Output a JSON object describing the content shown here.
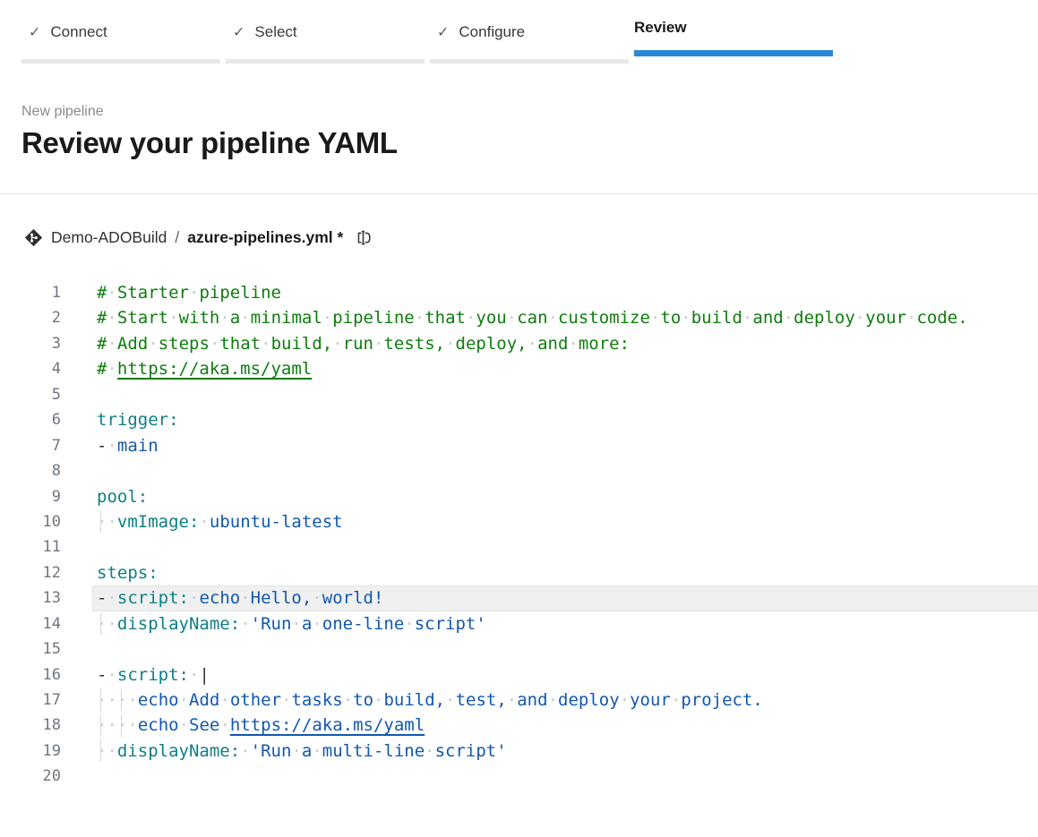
{
  "stepper": {
    "steps": [
      {
        "label": "Connect",
        "completed": true,
        "active": false
      },
      {
        "label": "Select",
        "completed": true,
        "active": false
      },
      {
        "label": "Configure",
        "completed": true,
        "active": false
      },
      {
        "label": "Review",
        "completed": false,
        "active": true
      }
    ],
    "check_glyph": "✓",
    "active_bar_color": "#2b86d8",
    "completed_bar_color": "#e8e8e8"
  },
  "header": {
    "eyebrow": "New pipeline",
    "title": "Review your pipeline YAML"
  },
  "breadcrumb": {
    "repo_icon": "azure-repos-icon",
    "repo": "Demo-ADOBuild",
    "separator": "/",
    "file": "azure-pipelines.yml *",
    "copy_icon": "copy-icon"
  },
  "editor": {
    "language": "yaml",
    "colors": {
      "comment": "#0e7d0e",
      "key": "#0d7f85",
      "value": "#1158af",
      "line_number": "#6e7681",
      "highlight_row": "#f0f0f0"
    },
    "lines": [
      {
        "n": 1,
        "tokens": [
          [
            "c",
            "# Starter pipeline"
          ]
        ]
      },
      {
        "n": 2,
        "tokens": [
          [
            "c",
            "# Start with a minimal pipeline that you can customize to build and deploy your code."
          ]
        ]
      },
      {
        "n": 3,
        "tokens": [
          [
            "c",
            "# Add steps that build, run tests, deploy, and more:"
          ]
        ]
      },
      {
        "n": 4,
        "tokens": [
          [
            "c",
            "# "
          ],
          [
            "lg",
            "https://aka.ms/yaml"
          ]
        ]
      },
      {
        "n": 5,
        "tokens": []
      },
      {
        "n": 6,
        "tokens": [
          [
            "k",
            "trigger:"
          ]
        ]
      },
      {
        "n": 7,
        "tokens": [
          [
            "p",
            "- "
          ],
          [
            "v",
            "main"
          ]
        ]
      },
      {
        "n": 8,
        "tokens": []
      },
      {
        "n": 9,
        "tokens": [
          [
            "k",
            "pool:"
          ]
        ]
      },
      {
        "n": 10,
        "tokens": [
          [
            "p",
            "  "
          ],
          [
            "k",
            "vmImage:"
          ],
          [
            "p",
            " "
          ],
          [
            "v",
            "ubuntu-latest"
          ]
        ],
        "guides": [
          0
        ]
      },
      {
        "n": 11,
        "tokens": []
      },
      {
        "n": 12,
        "tokens": [
          [
            "k",
            "steps:"
          ]
        ]
      },
      {
        "n": 13,
        "tokens": [
          [
            "p",
            "- "
          ],
          [
            "k",
            "script:"
          ],
          [
            "p",
            " "
          ],
          [
            "v",
            "echo Hello, world!"
          ]
        ],
        "hl": true
      },
      {
        "n": 14,
        "tokens": [
          [
            "p",
            "  "
          ],
          [
            "k",
            "displayName:"
          ],
          [
            "p",
            " "
          ],
          [
            "v",
            "'Run a one-line script'"
          ]
        ],
        "guides": [
          0
        ]
      },
      {
        "n": 15,
        "tokens": []
      },
      {
        "n": 16,
        "tokens": [
          [
            "p",
            "- "
          ],
          [
            "k",
            "script:"
          ],
          [
            "p",
            " "
          ],
          [
            "p",
            "|"
          ]
        ]
      },
      {
        "n": 17,
        "tokens": [
          [
            "p",
            "    "
          ],
          [
            "v",
            "echo Add other tasks to build, test, and deploy your project."
          ]
        ],
        "guides": [
          0,
          2
        ]
      },
      {
        "n": 18,
        "tokens": [
          [
            "p",
            "    "
          ],
          [
            "v",
            "echo See "
          ],
          [
            "lb",
            "https://aka.ms/yaml"
          ]
        ],
        "guides": [
          0,
          2
        ]
      },
      {
        "n": 19,
        "tokens": [
          [
            "p",
            "  "
          ],
          [
            "k",
            "displayName:"
          ],
          [
            "p",
            " "
          ],
          [
            "v",
            "'Run a multi-line script'"
          ]
        ],
        "guides": [
          0
        ]
      },
      {
        "n": 20,
        "tokens": []
      }
    ]
  }
}
